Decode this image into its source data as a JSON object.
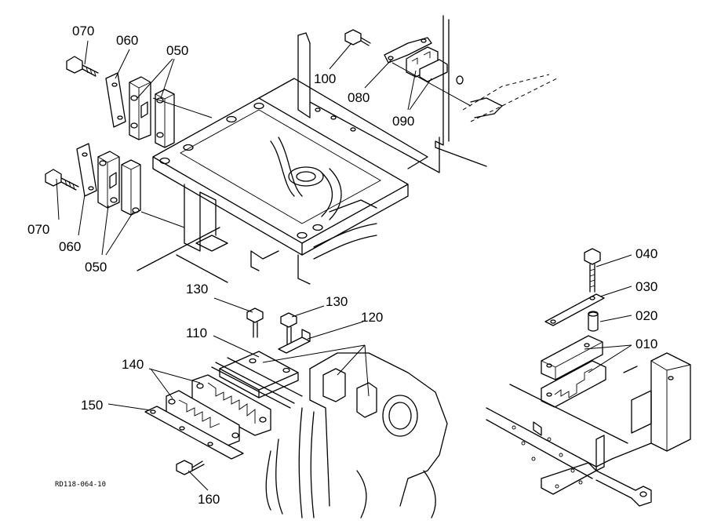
{
  "diagram": {
    "reference_code": "RD118-064-10",
    "callouts": {
      "c010": "010",
      "c020": "020",
      "c030": "030",
      "c040": "040",
      "c050a": "050",
      "c050b": "050",
      "c060a": "060",
      "c060b": "060",
      "c070a": "070",
      "c070b": "070",
      "c080": "080",
      "c090": "090",
      "c100": "100",
      "c110": "110",
      "c120": "120",
      "c130a": "130",
      "c130b": "130",
      "c140": "140",
      "c150": "150",
      "c160": "160"
    }
  }
}
